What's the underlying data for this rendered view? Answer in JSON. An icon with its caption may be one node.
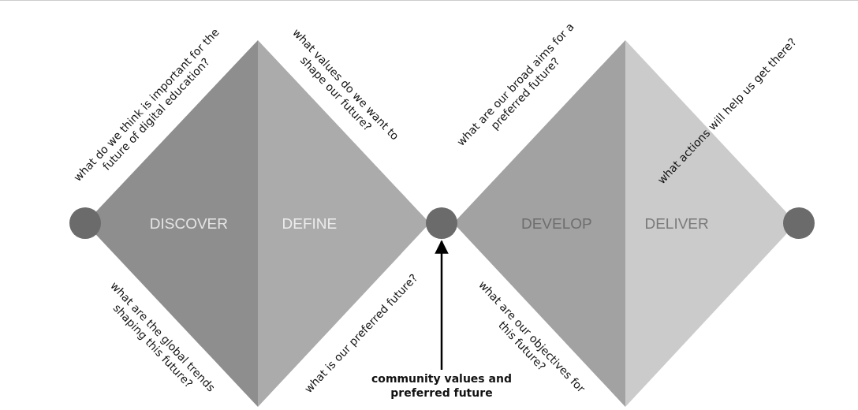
{
  "diagram": {
    "nodes": [
      {
        "text": [],
        "shape": "circle"
      },
      {
        "text": [
          "DISCOVER"
        ]
      },
      {
        "text": [
          "DEFINE"
        ]
      },
      {
        "text": [],
        "shape": "circle"
      },
      {
        "text": [
          "DEVELOP"
        ]
      },
      {
        "text": [
          "DELIVER"
        ]
      },
      {
        "text": [],
        "shape": "circle"
      },
      {
        "text": [
          "community values and preferred future"
        ]
      }
    ],
    "edges": [
      {
        "from": 7,
        "to": 3,
        "arrow": "to"
      }
    ],
    "labels": [
      "what do we think is important for the future of digital education?",
      "what values do we want to shape our future?",
      "what are our broad aims for a preferred future?",
      "what actions will help us get there?",
      "what are the global trends shaping this future?",
      "what is our preferred future?",
      "what are our objectives for this future?"
    ]
  }
}
